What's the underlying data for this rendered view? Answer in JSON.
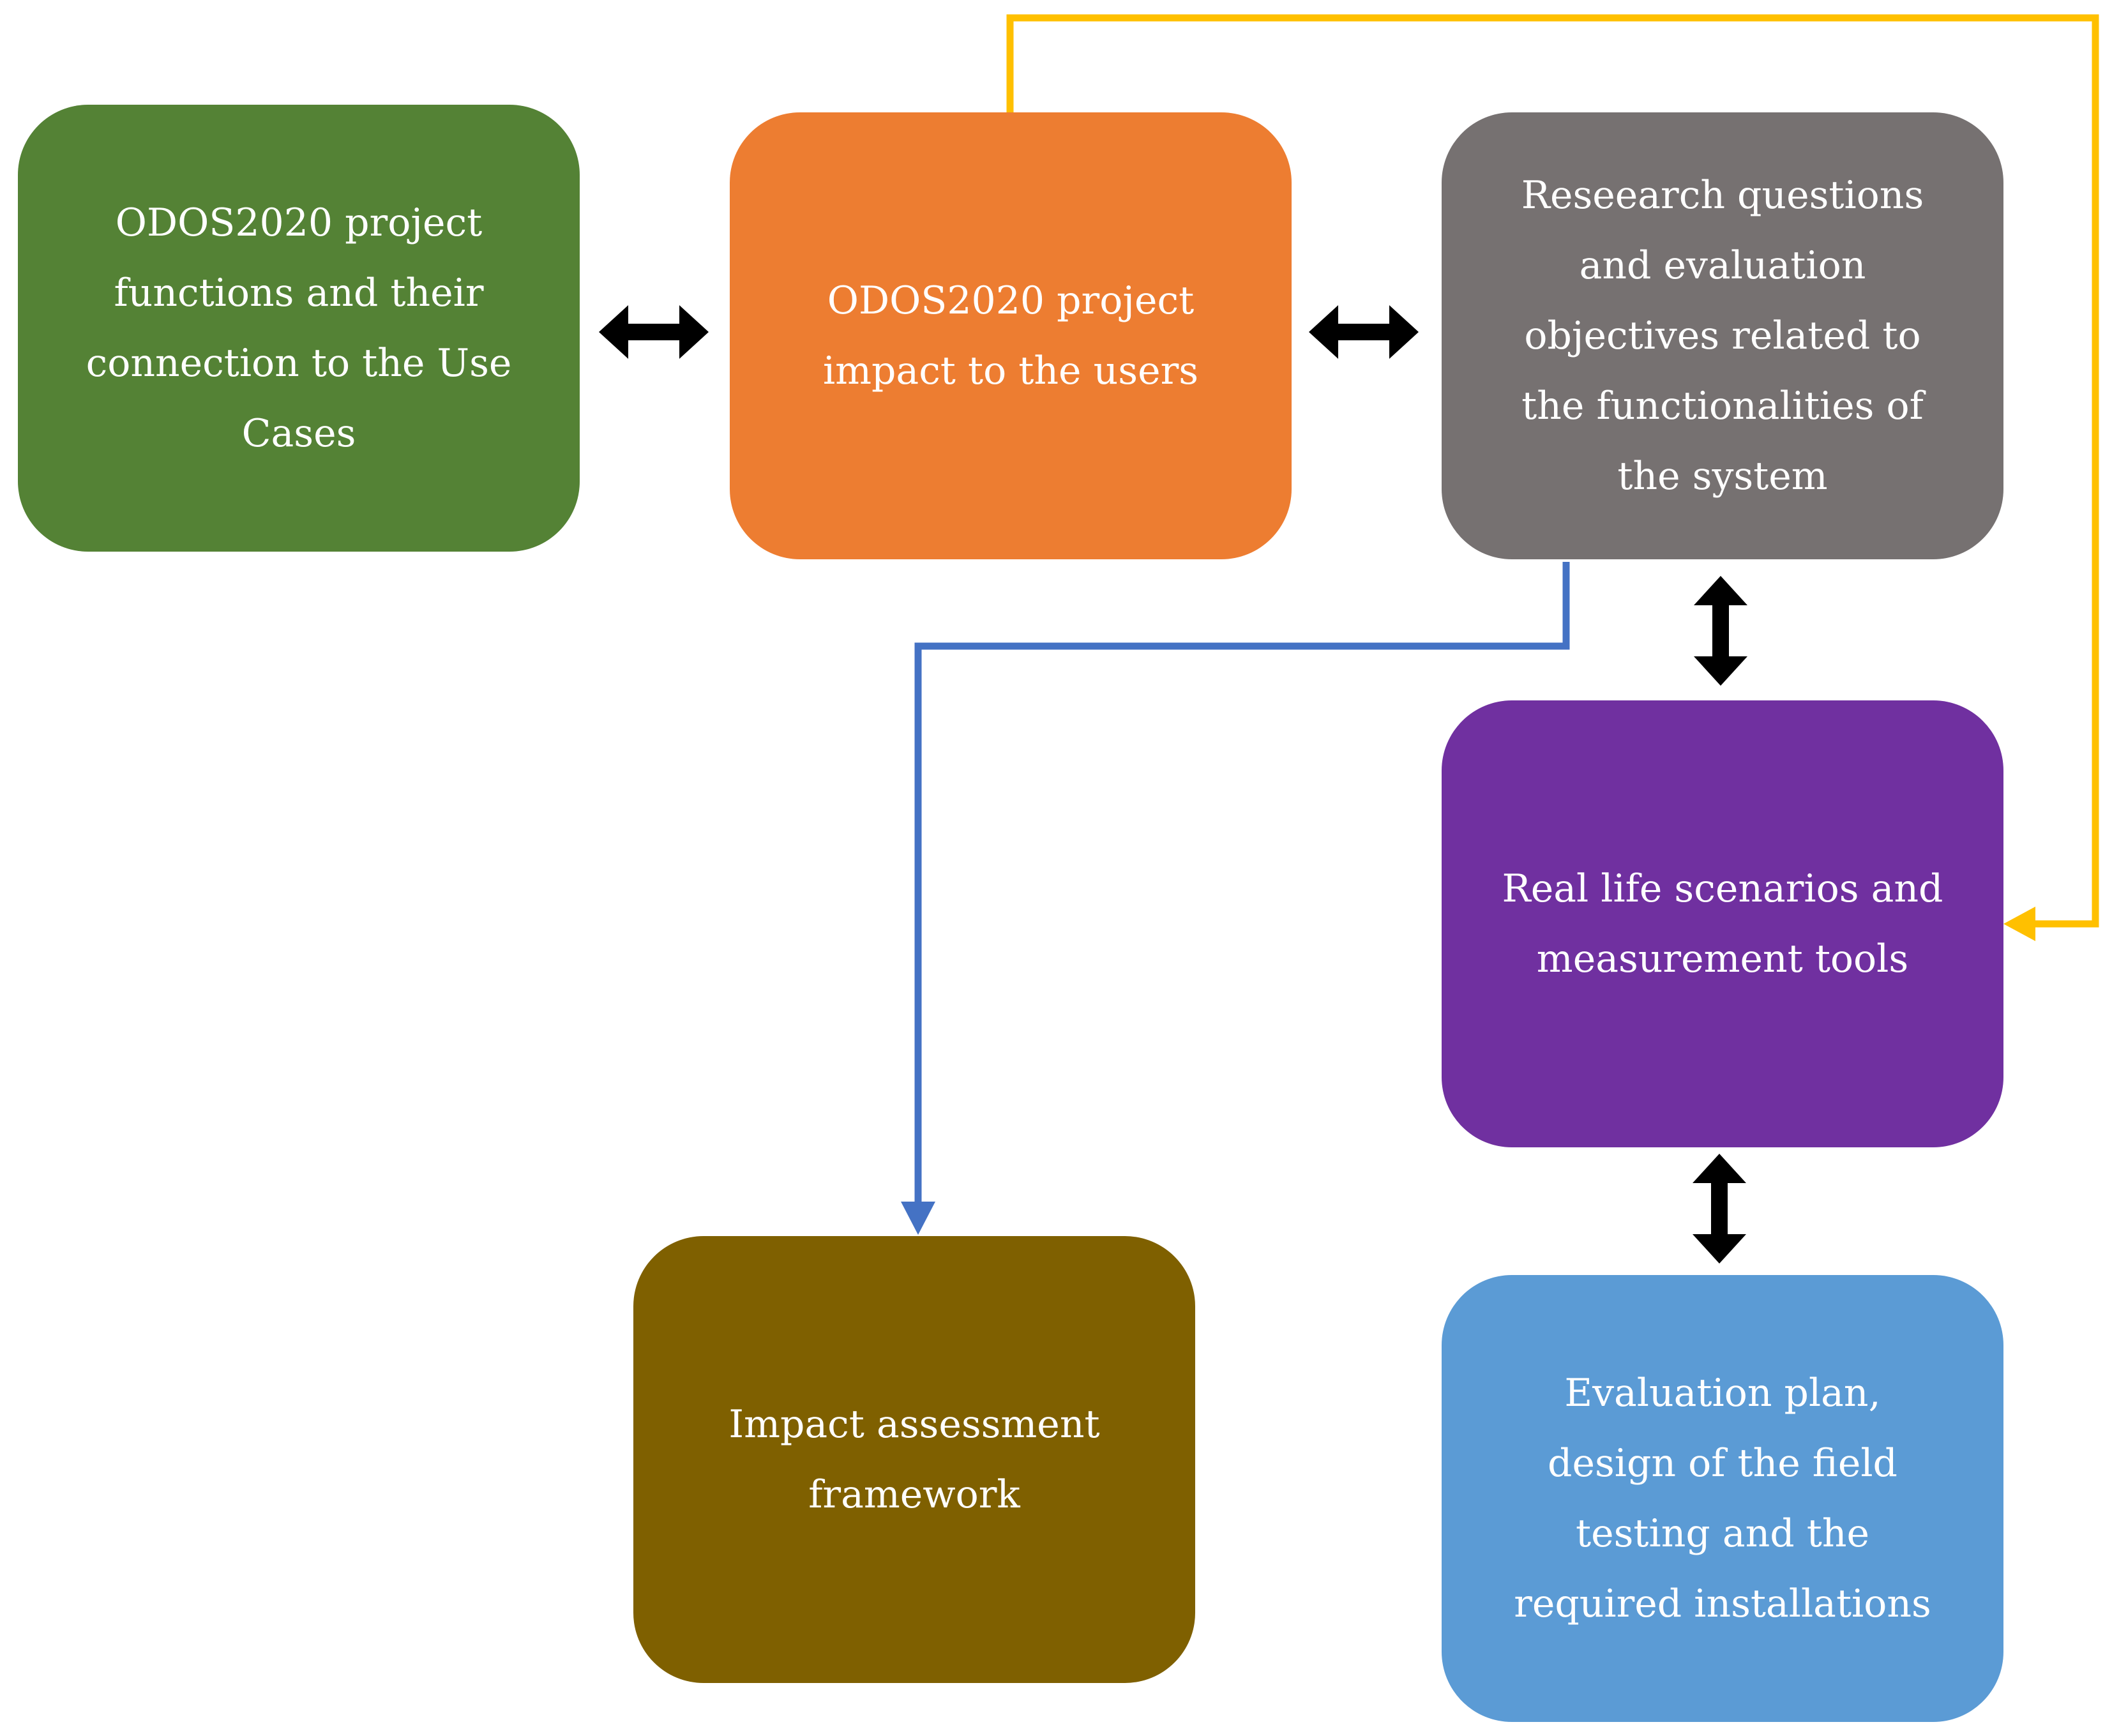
{
  "diagram": {
    "nodes": {
      "functions": {
        "text": "ODOS2020 project\nfunctions and their\nconnection to the Use\nCases",
        "color": "#548235"
      },
      "impact_users": {
        "text": "ODOS2020 project\nimpact to the users",
        "color": "#ED7D31"
      },
      "research": {
        "text": "Reseearch questions\nand evaluation\nobjectives related to\nthe functionalities of\nthe system",
        "color": "#767171"
      },
      "scenarios": {
        "text": "Real life scenarios and\nmeasurement tools",
        "color": "#7030A0"
      },
      "framework": {
        "text": "Impact assessment\nframework",
        "color": "#7F6000"
      },
      "evaluation": {
        "text": "Evaluation plan,\ndesign of the field\ntesting and the\nrequired installations",
        "color": "#5B9BD5"
      }
    },
    "edges": [
      {
        "from": "functions",
        "to": "impact_users",
        "style": "double-arrow",
        "color": "#000000"
      },
      {
        "from": "impact_users",
        "to": "research",
        "style": "double-arrow",
        "color": "#000000"
      },
      {
        "from": "research",
        "to": "scenarios",
        "style": "double-arrow",
        "color": "#000000"
      },
      {
        "from": "scenarios",
        "to": "evaluation",
        "style": "double-arrow",
        "color": "#000000"
      },
      {
        "from": "impact_users",
        "to": "scenarios",
        "style": "elbow-arrow",
        "color": "#FFC000"
      },
      {
        "from": "research",
        "to": "framework",
        "style": "elbow-arrow",
        "color": "#4472C4"
      }
    ]
  }
}
